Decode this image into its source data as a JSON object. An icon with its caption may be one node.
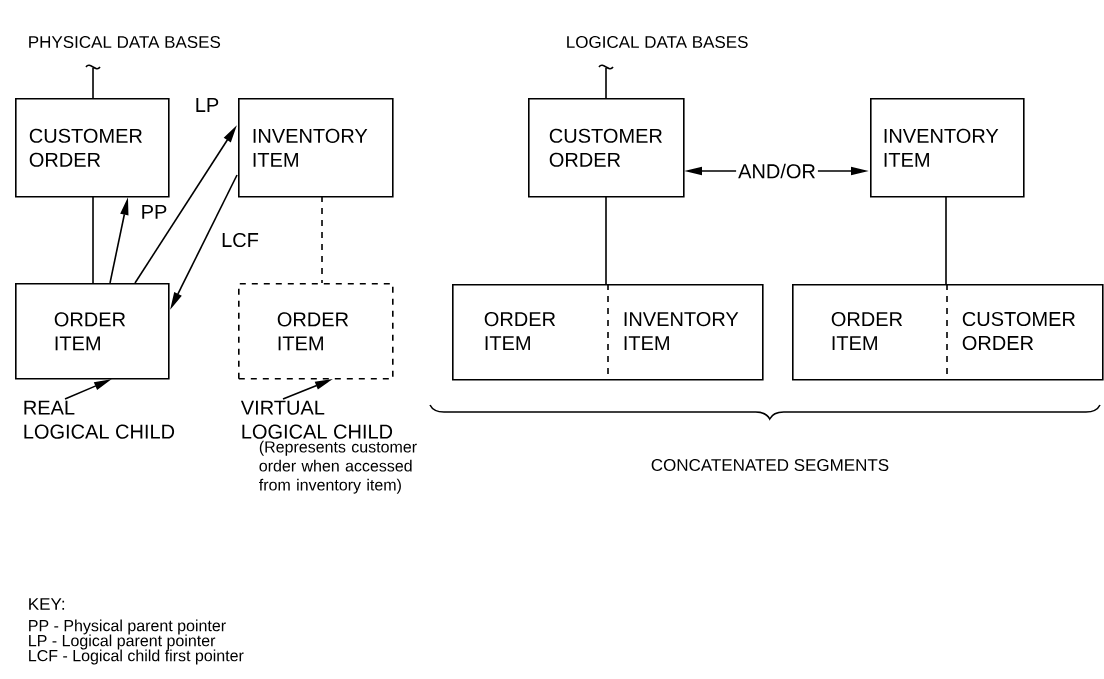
{
  "diagram": {
    "nodes": [
      {
        "text": [
          "CUSTOMER ORDER"
        ]
      },
      {
        "text": [
          "INVENTORY ITEM"
        ]
      },
      {
        "text": [
          "ORDER ITEM"
        ]
      },
      {
        "text": [
          "ORDER ITEM"
        ]
      },
      {
        "text": [
          "CUSTOMER ORDER"
        ]
      },
      {
        "text": [
          "INVENTORY ITEM"
        ]
      },
      {
        "text": [
          "ORDER ITEM",
          "INVENTORY ITEM"
        ]
      },
      {
        "text": [
          "ORDER ITEM",
          "CUSTOMER ORDER"
        ]
      },
      {
        "text": [
          "REAL LOGICAL CHILD"
        ]
      },
      {
        "text": [
          "VIRTUAL LOGICAL CHILD"
        ],
        "beside": [
          "(Represents customer order when accessed from inventory item)"
        ]
      }
    ],
    "edges": [
      {
        "from": null,
        "to": 0,
        "arrow": "none"
      },
      {
        "from": 0,
        "to": 2,
        "arrow": "none"
      },
      {
        "from": 2,
        "to": 0,
        "arrow": "to",
        "label": "PP"
      },
      {
        "from": 2,
        "to": 1,
        "arrow": "to",
        "label": "LP"
      },
      {
        "from": 1,
        "to": 2,
        "arrow": "to",
        "label": "LCF"
      },
      {
        "from": 1,
        "to": 3,
        "arrow": "none",
        "style": "dashed"
      },
      {
        "from": 8,
        "to": 2,
        "arrow": "to"
      },
      {
        "from": 9,
        "to": 3,
        "arrow": "to"
      },
      {
        "from": null,
        "to": 4,
        "arrow": "none"
      },
      {
        "from": 4,
        "to": 5,
        "arrow": "both",
        "label": "AND/OR"
      },
      {
        "from": 4,
        "to": 6,
        "arrow": "none"
      },
      {
        "from": 5,
        "to": 7,
        "arrow": "none"
      }
    ],
    "labels": [
      "PHYSICAL DATA BASES",
      "LOGICAL DATA BASES",
      "CONCATENATED SEGMENTS",
      "KEY:",
      "PP - Physical parent pointer",
      "LP - Logical parent pointer",
      "LCF - Logical child first pointer"
    ]
  }
}
